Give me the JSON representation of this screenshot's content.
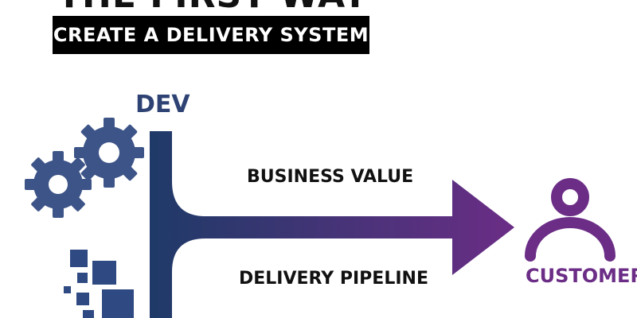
{
  "header": {
    "title": "THE FIRST WAY",
    "subtitle": "CREATE A DELIVERY SYSTEM"
  },
  "diagram": {
    "source_label": "DEV",
    "upper_label": "BUSINESS VALUE",
    "lower_label": "DELIVERY PIPELINE",
    "target_label": "CUSTOMER"
  },
  "colors": {
    "navy": "#1f3a68",
    "purple": "#6b2d86",
    "dev_text": "#2e4374",
    "gear": "#3d5488",
    "block": "#2f4a82"
  },
  "icons": {
    "gears": "gear-icon",
    "blocks": "blocks-icon",
    "customer": "person-icon"
  }
}
